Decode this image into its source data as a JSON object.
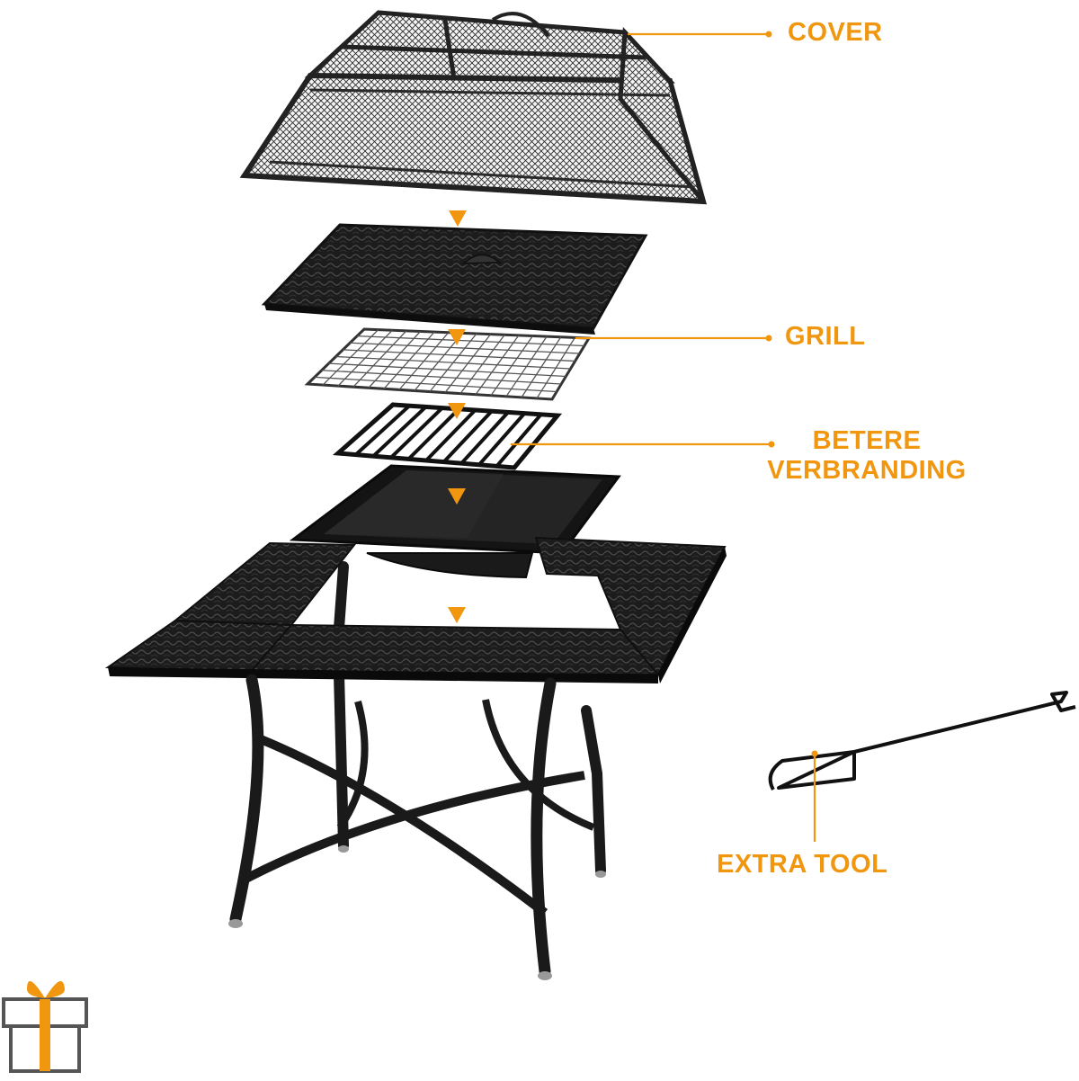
{
  "colors": {
    "accent": "#f0960f",
    "metal": "#1b1b1b",
    "metal_light": "#3a3a3a",
    "frame": "#555555"
  },
  "labels": {
    "cover": "COVER",
    "grill": "GRILL",
    "burn_line1": "BETERE",
    "burn_line2": "VERBRANDING",
    "tool": "EXTRA TOOL"
  },
  "icons": {
    "gift": "gift-icon",
    "arrow": "down-triangle-icon"
  }
}
